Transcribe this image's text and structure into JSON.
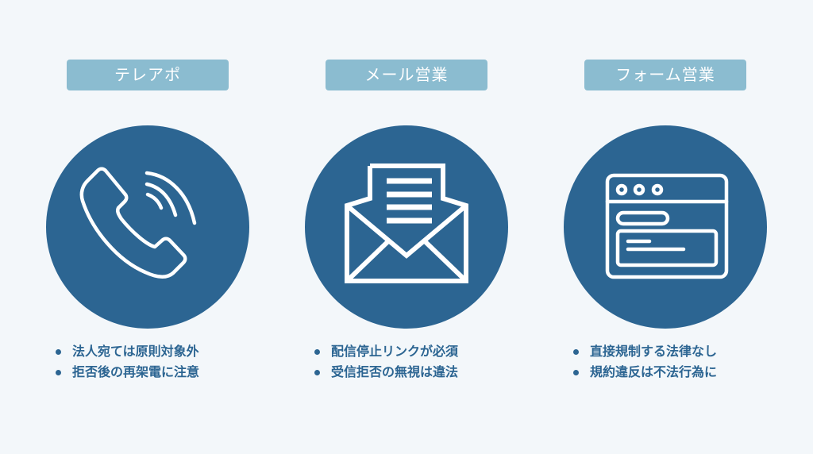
{
  "colors": {
    "background": "#f3f7fa",
    "label_bg": "#8bbcd0",
    "circle": "#2c6592",
    "text": "#2c6592",
    "icon": "#ffffff"
  },
  "columns": [
    {
      "label": "テレアポ",
      "icon": "phone-calling-icon",
      "bullets": [
        "法人宛ては原則対象外",
        "拒否後の再架電に注意"
      ]
    },
    {
      "label": "メール営業",
      "icon": "open-envelope-letter-icon",
      "bullets": [
        "配信停止リンクが必須",
        "受信拒否の無視は違法"
      ]
    },
    {
      "label": "フォーム営業",
      "icon": "web-form-window-icon",
      "bullets": [
        "直接規制する法律なし",
        "規約違反は不法行為に"
      ]
    }
  ]
}
